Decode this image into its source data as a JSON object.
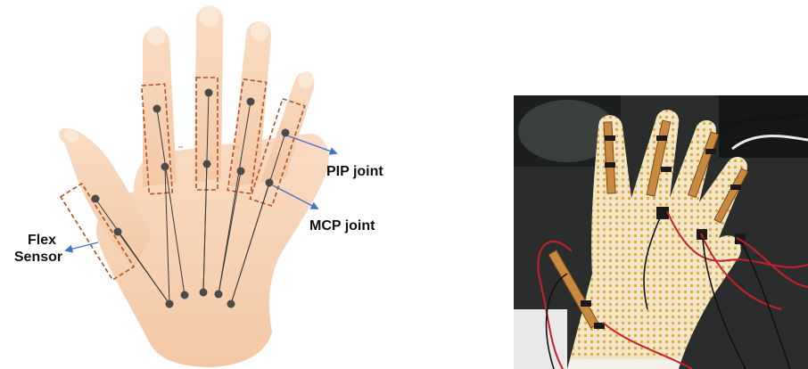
{
  "labels": {
    "pip_joint": "PIP joint",
    "mcp_joint": "MCP joint",
    "flex_sensor_line1": "Flex",
    "flex_sensor_line2": "Sensor"
  },
  "colors": {
    "skin": "#f6d3b4",
    "skin_shadow": "#eab894",
    "sensor_box": "#b5501f",
    "wire": "#3a3a3a",
    "dot": "#4a4a4a",
    "arrow": "#4472c4",
    "glove": "#efe3c6",
    "glove_dots": "#e4a93c",
    "red_wire": "#c8202a"
  },
  "icons": {
    "hand": "hand-illustration-icon",
    "photo": "glove-photo"
  }
}
